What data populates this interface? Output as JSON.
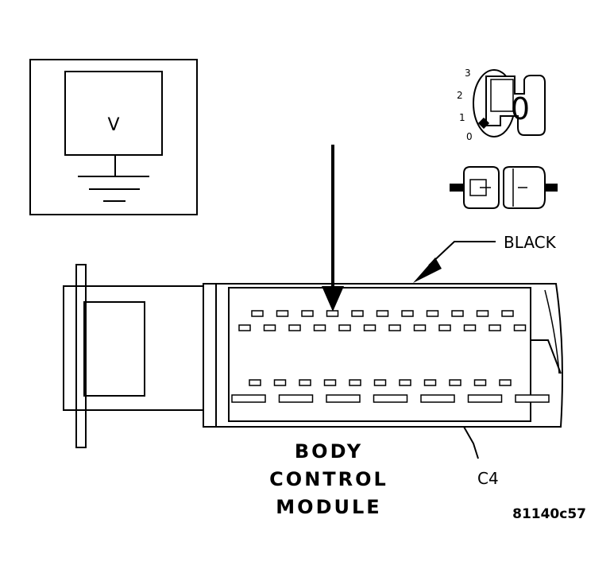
{
  "meter": {
    "symbol": "V"
  },
  "ignition": {
    "positions": [
      "3",
      "2",
      "1",
      "0"
    ],
    "key_symbol": "0"
  },
  "labels": {
    "wire_color": "BLACK",
    "module_line1": "BODY",
    "module_line2": "CONTROL",
    "module_line3": "MODULE",
    "connector": "C4",
    "figure_id": "81140c57"
  }
}
